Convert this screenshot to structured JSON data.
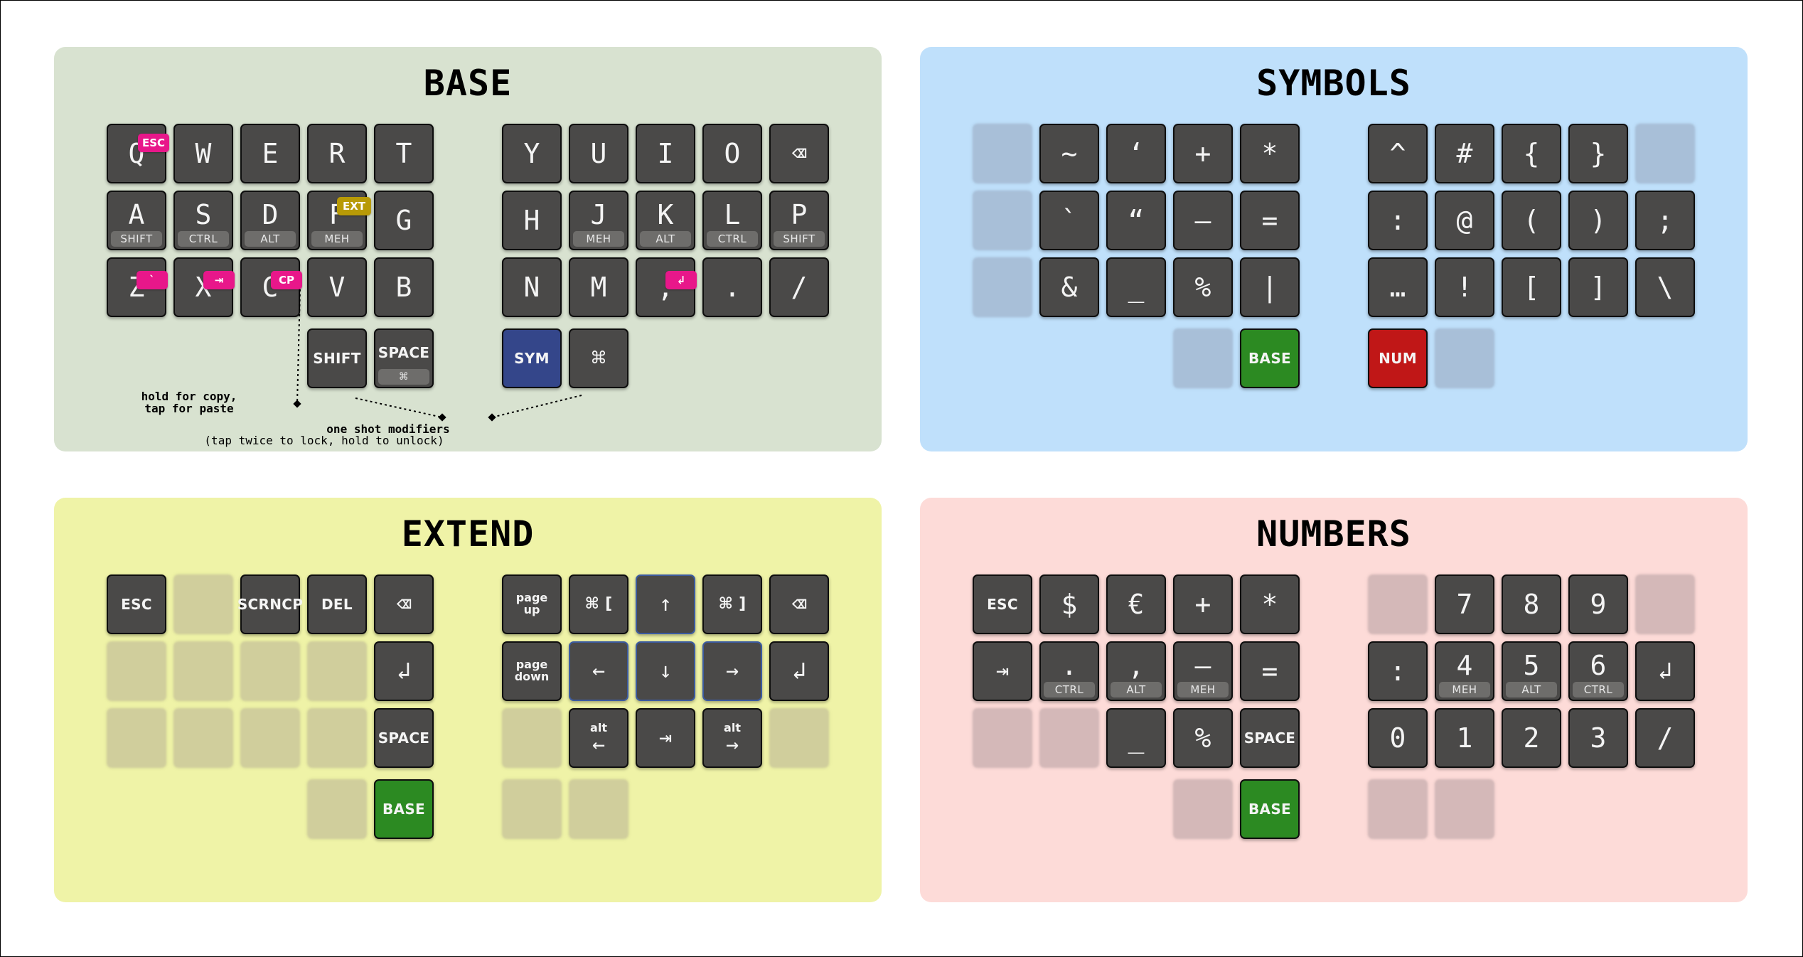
{
  "colors": {
    "key_fill": "#4a4948",
    "key_border": "#0e0e0e",
    "sym_key": "#34468a",
    "base_key": "#2c8a22",
    "num_key": "#c01717",
    "combo": "#e8178a",
    "ext_combo": "#b89a06"
  },
  "panels": [
    {
      "id": "base",
      "title": "BASE",
      "bg": "#d8e2d0",
      "blank_color": "#c4ccbc",
      "left_rows": [
        [
          {
            "t": "Q"
          },
          {
            "t": "W"
          },
          {
            "t": "E"
          },
          {
            "t": "R"
          },
          {
            "t": "T"
          }
        ],
        [
          {
            "t": "A",
            "sub": "SHIFT"
          },
          {
            "t": "S",
            "sub": "CTRL"
          },
          {
            "t": "D",
            "sub": "ALT"
          },
          {
            "t": "F",
            "sub": "MEH"
          },
          {
            "t": "G"
          }
        ],
        [
          {
            "t": "Z"
          },
          {
            "t": "X"
          },
          {
            "t": "C"
          },
          {
            "t": "V"
          },
          {
            "t": "B"
          }
        ]
      ],
      "right_rows": [
        [
          {
            "t": "Y"
          },
          {
            "t": "U"
          },
          {
            "t": "I"
          },
          {
            "t": "O"
          },
          {
            "t": "⌫",
            "style": "sym"
          }
        ],
        [
          {
            "t": "H"
          },
          {
            "t": "J",
            "sub": "MEH"
          },
          {
            "t": "K",
            "sub": "ALT"
          },
          {
            "t": "L",
            "sub": "CTRL"
          },
          {
            "t": "P",
            "sub": "SHIFT"
          }
        ],
        [
          {
            "t": "N"
          },
          {
            "t": "M"
          },
          {
            "t": ","
          },
          {
            "t": "."
          },
          {
            "t": "/"
          }
        ]
      ],
      "left_thumbs": [
        {
          "t": "SHIFT",
          "style": "sm"
        },
        {
          "t": "SPACE",
          "style": "sm",
          "sub": "⌘"
        }
      ],
      "right_thumbs": [
        {
          "t": "SYM",
          "style": "sm",
          "color": "#34468a"
        },
        {
          "t": "⌘",
          "style": "sym"
        }
      ],
      "combos": [
        {
          "label": "ESC",
          "kind": "combo"
        },
        {
          "label": "EXT",
          "kind": "ext"
        },
        {
          "label": "`",
          "kind": "combo"
        },
        {
          "label": "⇥",
          "kind": "combo"
        },
        {
          "label": "CP",
          "kind": "combo"
        },
        {
          "label": "↲",
          "kind": "combo"
        }
      ],
      "notes": [
        {
          "text": "hold for copy,\ntap for paste",
          "bold": true
        },
        {
          "text": "one shot modifiers",
          "bold": true
        },
        {
          "text": "(tap twice to lock, hold to unlock)",
          "bold": false
        }
      ]
    },
    {
      "id": "symbols",
      "title": "SYMBOLS",
      "bg": "#bfe0fb",
      "blank_color": "#a8bfd8",
      "left_rows": [
        [
          {
            "blank": true
          },
          {
            "t": "~"
          },
          {
            "t": "‘"
          },
          {
            "t": "+"
          },
          {
            "t": "*"
          }
        ],
        [
          {
            "blank": true
          },
          {
            "t": "`"
          },
          {
            "t": "“"
          },
          {
            "t": "–"
          },
          {
            "t": "="
          }
        ],
        [
          {
            "blank": true
          },
          {
            "t": "&"
          },
          {
            "t": "_"
          },
          {
            "t": "%"
          },
          {
            "t": "|"
          }
        ]
      ],
      "right_rows": [
        [
          {
            "t": "^"
          },
          {
            "t": "#"
          },
          {
            "t": "{"
          },
          {
            "t": "}"
          },
          {
            "blank": true
          }
        ],
        [
          {
            "t": ":"
          },
          {
            "t": "@"
          },
          {
            "t": "("
          },
          {
            "t": ")"
          },
          {
            "t": ";"
          }
        ],
        [
          {
            "t": "…"
          },
          {
            "t": "!"
          },
          {
            "t": "["
          },
          {
            "t": "]"
          },
          {
            "t": "\\"
          }
        ]
      ],
      "left_thumbs": [
        {
          "blank": true
        },
        {
          "t": "BASE",
          "style": "sm",
          "color": "#2c8a22"
        }
      ],
      "right_thumbs": [
        {
          "t": "NUM",
          "style": "sm",
          "color": "#c01717"
        },
        {
          "blank": true
        }
      ]
    },
    {
      "id": "extend",
      "title": "EXTEND",
      "bg": "#eff3a7",
      "blank_color": "#d0ce9c",
      "left_rows": [
        [
          {
            "t": "ESC",
            "style": "sm"
          },
          {
            "blank": true
          },
          {
            "t": "SCRNCP",
            "style": "sm"
          },
          {
            "t": "DEL",
            "style": "sm"
          },
          {
            "t": "⌫",
            "style": "sym"
          }
        ],
        [
          {
            "blank": true
          },
          {
            "blank": true
          },
          {
            "blank": true
          },
          {
            "blank": true
          },
          {
            "t": "↲",
            "style": "sym"
          }
        ],
        [
          {
            "blank": true
          },
          {
            "blank": true
          },
          {
            "blank": true
          },
          {
            "blank": true
          },
          {
            "t": "SPACE",
            "style": "sm"
          }
        ]
      ],
      "right_rows": [
        [
          {
            "t": "page\nup",
            "style": "xs"
          },
          {
            "t": "⌘ [",
            "style": "cmd"
          },
          {
            "t": "↑",
            "style": "arrow",
            "hl": true
          },
          {
            "t": "⌘ ]",
            "style": "cmd"
          },
          {
            "t": "⌫",
            "style": "sym"
          }
        ],
        [
          {
            "t": "page\ndown",
            "style": "xs"
          },
          {
            "t": "←",
            "style": "arrow",
            "hl": true
          },
          {
            "t": "↓",
            "style": "arrow",
            "hl": true
          },
          {
            "t": "→",
            "style": "arrow",
            "hl": true
          },
          {
            "t": "↲",
            "style": "sym"
          }
        ],
        [
          {
            "blank": true
          },
          {
            "t": "←",
            "style": "arrow",
            "pre": "alt"
          },
          {
            "t": "⇥",
            "style": "arrow"
          },
          {
            "t": "→",
            "style": "arrow",
            "pre": "alt"
          },
          {
            "blank": true
          }
        ]
      ],
      "left_thumbs": [
        {
          "blank": true
        },
        {
          "t": "BASE",
          "style": "sm",
          "color": "#2c8a22"
        }
      ],
      "right_thumbs": [
        {
          "blank": true
        },
        {
          "blank": true
        }
      ]
    },
    {
      "id": "numbers",
      "title": "NUMBERS",
      "bg": "#fddbd8",
      "blank_color": "#d4b8b8",
      "left_rows": [
        [
          {
            "t": "ESC",
            "style": "sm"
          },
          {
            "t": "$"
          },
          {
            "t": "€"
          },
          {
            "t": "+"
          },
          {
            "t": "*"
          }
        ],
        [
          {
            "t": "⇥",
            "style": "arrow"
          },
          {
            "t": ".",
            "sub": "CTRL"
          },
          {
            "t": ",",
            "sub": "ALT"
          },
          {
            "t": "–",
            "sub": "MEH"
          },
          {
            "t": "="
          }
        ],
        [
          {
            "blank": true
          },
          {
            "blank": true
          },
          {
            "t": "_"
          },
          {
            "t": "%"
          },
          {
            "t": "SPACE",
            "style": "sm"
          }
        ]
      ],
      "right_rows": [
        [
          {
            "blank": true
          },
          {
            "t": "7"
          },
          {
            "t": "8"
          },
          {
            "t": "9"
          },
          {
            "blank": true
          }
        ],
        [
          {
            "t": ":"
          },
          {
            "t": "4",
            "sub": "MEH"
          },
          {
            "t": "5",
            "sub": "ALT"
          },
          {
            "t": "6",
            "sub": "CTRL"
          },
          {
            "t": "↲",
            "style": "sym"
          }
        ],
        [
          {
            "t": "0"
          },
          {
            "t": "1"
          },
          {
            "t": "2"
          },
          {
            "t": "3"
          },
          {
            "t": "/"
          }
        ]
      ],
      "left_thumbs": [
        {
          "blank": true
        },
        {
          "t": "BASE",
          "style": "sm",
          "color": "#2c8a22"
        }
      ],
      "right_thumbs": [
        {
          "blank": true
        },
        {
          "blank": true
        }
      ]
    }
  ]
}
